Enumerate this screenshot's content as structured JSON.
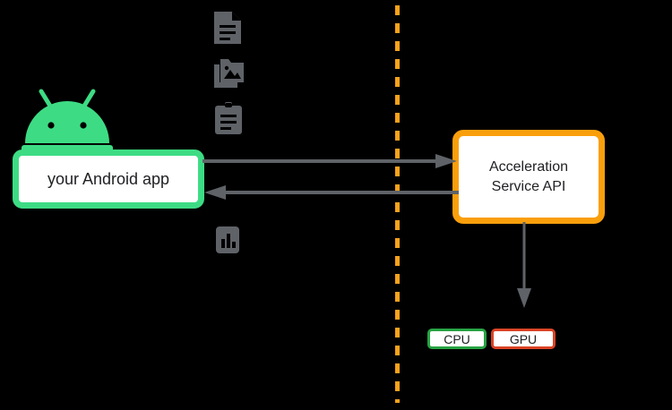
{
  "diagram": {
    "title": "Acceleration Service API architecture",
    "client": {
      "robot_icon": "android-robot-icon",
      "app_label": "your Android app",
      "border_color": "#3ddc84",
      "fill_color": "#ffffff"
    },
    "data_icons": [
      {
        "name": "document-icon",
        "label": "document"
      },
      {
        "name": "photos-icon",
        "label": "images"
      },
      {
        "name": "clipboard-icon",
        "label": "clipboard"
      },
      {
        "name": "bar-chart-icon",
        "label": "chart"
      }
    ],
    "divider": {
      "name": "process-boundary-divider",
      "style": "dashed",
      "color": "#faa21b"
    },
    "service": {
      "title_line_1": "Acceleration",
      "title_line_2": "Service API",
      "border_color": "#fa9f0c",
      "fill_color": "#ffffff"
    },
    "arrows": [
      {
        "name": "request-arrow",
        "direction": "right",
        "color": "#5f6368"
      },
      {
        "name": "response-arrow",
        "direction": "left",
        "color": "#5f6368"
      },
      {
        "name": "delegate-arrow",
        "direction": "down",
        "color": "#5f6368"
      }
    ],
    "accelerators": [
      {
        "name": "cpu-chip",
        "label": "CPU",
        "border_color": "#27a343"
      },
      {
        "name": "gpu-chip",
        "label": "GPU",
        "border_color": "#db4325"
      }
    ],
    "background_color": "#000000"
  }
}
